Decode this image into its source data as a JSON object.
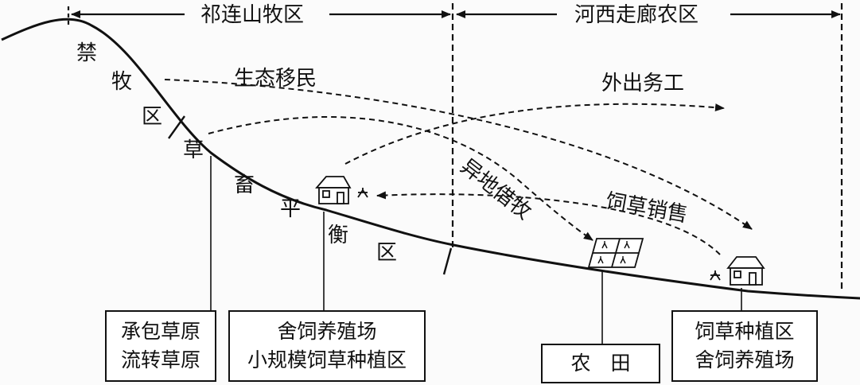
{
  "regions": {
    "qilian": "祁连山牧区",
    "hexi": "河西走廊农区"
  },
  "zones": {
    "no_graze": [
      "禁",
      "牧",
      "区"
    ],
    "balance": [
      "草",
      "畜",
      "平",
      "衡",
      "区"
    ]
  },
  "flows": {
    "migration": "生态移民",
    "labor": "外出务工",
    "offsite_grazing": "异地借牧",
    "forage_sale": "饲草销售"
  },
  "boxes": {
    "grassland": [
      "承包草原",
      "流转草原"
    ],
    "ranch": [
      "舍饲养殖场",
      "小规模饲草种植区"
    ],
    "farmland": "农　田",
    "forage_zone": [
      "饲草种植区",
      "舍饲养殖场"
    ]
  },
  "icons": [
    "house-icon",
    "person-icon",
    "field-icon"
  ]
}
